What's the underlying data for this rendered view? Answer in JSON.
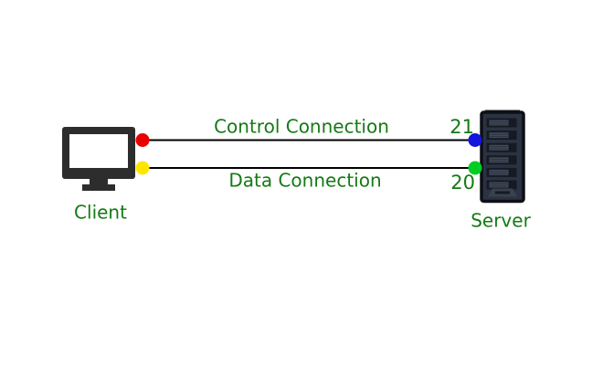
{
  "diagram": {
    "background_color": "#ffffff",
    "text_color": "#147a14",
    "line_color": "#000000",
    "client": {
      "label": "Client",
      "icon": "desktop-monitor-icon",
      "icon_color": "#2d2d2d",
      "screen_color": "#ffffff"
    },
    "server": {
      "label": "Server",
      "icon": "server-tower-icon",
      "icon_color": "#2b3342",
      "icon_border_color": "#0d1016"
    },
    "connections": [
      {
        "label": "Control Connection",
        "port": "21",
        "client_endpoint_color": "#ea0000",
        "server_endpoint_color": "#1414dd"
      },
      {
        "label": "Data Connection",
        "port": "20",
        "client_endpoint_color": "#ffe600",
        "server_endpoint_color": "#00cc22"
      }
    ]
  }
}
